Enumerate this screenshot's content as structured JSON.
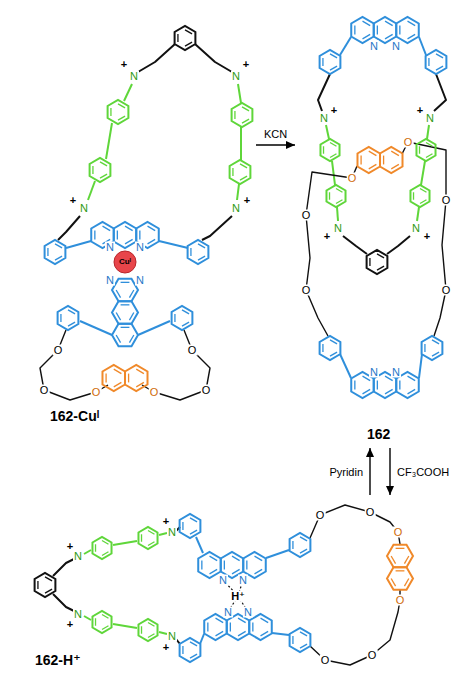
{
  "diagram": {
    "nodes": [
      {
        "text": [
          "162-Cuᴵ"
        ]
      },
      {
        "text": [
          "162"
        ]
      },
      {
        "text": [
          "162-H⁺"
        ]
      }
    ],
    "edges": [
      {
        "from": 0,
        "to": 1,
        "arrow": "to",
        "label": "KCN"
      },
      {
        "from": 1,
        "to": 2,
        "arrow": "to",
        "label": "CF₃COOH"
      },
      {
        "from": 2,
        "to": 1,
        "arrow": "to",
        "label": "Pyridin"
      }
    ],
    "labels": [
      "+",
      "N",
      "+",
      "N",
      "N",
      "+",
      "N",
      "+",
      "Cuᴵ",
      "N",
      "N",
      "N",
      "N",
      "O",
      "O",
      "O",
      "O",
      "O",
      "O",
      "N",
      "N",
      "N",
      "+",
      "N",
      "+",
      "N",
      "+",
      "N",
      "+",
      "O",
      "O",
      "O",
      "O",
      "O",
      "O",
      "N",
      "N",
      "N",
      "+",
      "N",
      "+",
      "N",
      "+",
      "N",
      "+",
      "H⁺",
      "N",
      "N",
      "N",
      "N",
      "O",
      "O",
      "O",
      "O",
      "O",
      "O"
    ]
  }
}
